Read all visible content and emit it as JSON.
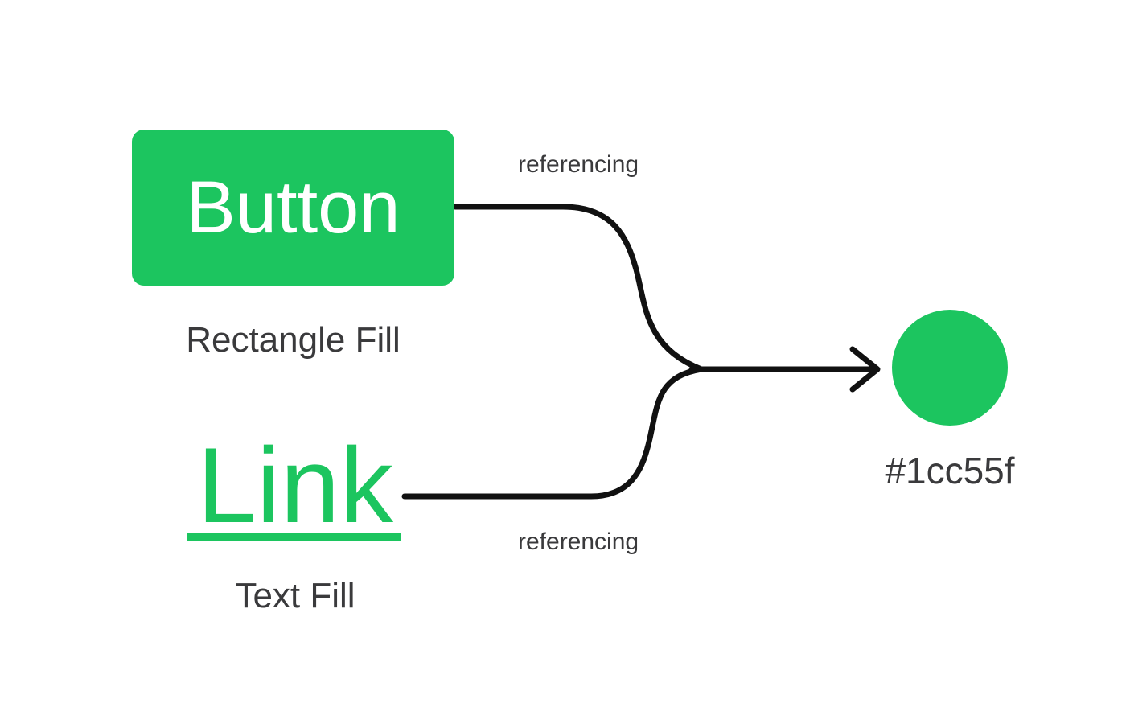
{
  "diagram": {
    "colors": {
      "background": "#ffffff",
      "accent": "#1cc55f",
      "line": "#111111",
      "text": "#3a3a3c",
      "button_text": "#ffffff"
    },
    "button_node": {
      "label": "Button",
      "caption": "Rectangle Fill"
    },
    "link_node": {
      "label": "Link",
      "caption": "Text Fill"
    },
    "edges": {
      "top": {
        "label": "referencing"
      },
      "bottom": {
        "label": "referencing"
      }
    },
    "color_swatch": {
      "label": "#1cc55f"
    }
  }
}
